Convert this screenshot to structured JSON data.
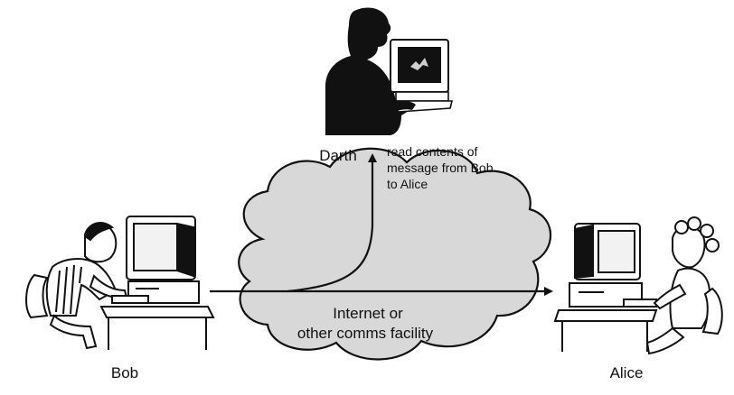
{
  "parties": {
    "bob": {
      "name": "Bob"
    },
    "alice": {
      "name": "Alice"
    },
    "darth": {
      "name": "Darth"
    }
  },
  "network": {
    "label_line1": "Internet or",
    "label_line2": "other comms facility"
  },
  "attack": {
    "caption_line1": "read contents of",
    "caption_line2": "message from Bob",
    "caption_line3": "to Alice"
  },
  "colors": {
    "cloud_fill": "#d8d8d8",
    "ink": "#111111",
    "screen": "#f2f2f2"
  }
}
